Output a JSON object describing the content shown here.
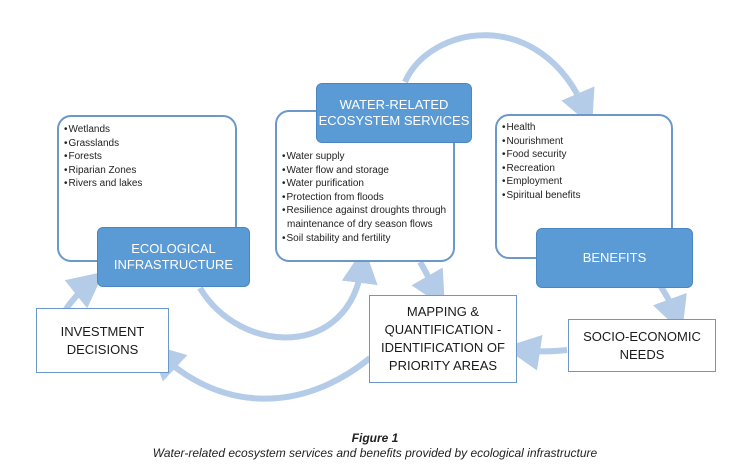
{
  "diagram": {
    "ecological_infrastructure": {
      "label": "ECOLOGICAL\nINFRASTRUCTURE",
      "items": [
        "Wetlands",
        "Grasslands",
        "Forests",
        "Riparian Zones",
        "Rivers and lakes"
      ]
    },
    "ecosystem_services": {
      "label": "WATER-RELATED\nECOSYSTEM SERVICES",
      "items": [
        "Water supply",
        "Water flow and storage",
        "Water purification",
        "Protection from floods",
        "Resilience against droughts through maintenance of dry season flows",
        "Soil stability and fertility"
      ]
    },
    "benefits": {
      "label": "BENEFITS",
      "items": [
        "Health",
        "Nourishment",
        "Food security",
        "Recreation",
        "Employment",
        "Spiritual benefits"
      ]
    },
    "socio_economic_needs": {
      "label": "SOCIO-ECONOMIC\nNEEDS"
    },
    "mapping": {
      "label": "MAPPING &\nQUANTIFICATION -\nIDENTIFICATION OF\nPRIORITY AREAS"
    },
    "investment_decisions": {
      "label": "INVESTMENT\nDECISIONS"
    },
    "colors": {
      "box_fill": "#5b9bd5",
      "box_border": "#6a98c9",
      "arrow": "#b4cce8"
    }
  },
  "caption": {
    "title": "Figure 1",
    "subtitle": "Water-related ecosystem services and benefits provided by ecological infrastructure"
  }
}
